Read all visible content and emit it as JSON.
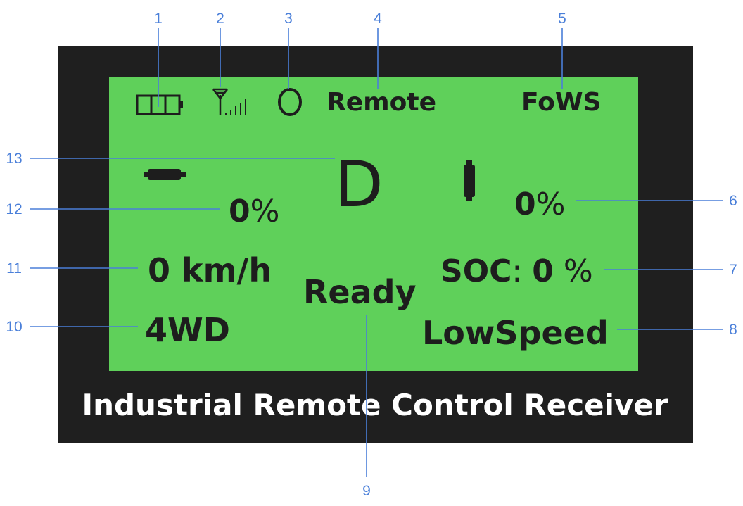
{
  "device": {
    "title": "Industrial Remote Control Receiver"
  },
  "lcd": {
    "status_bar": {
      "battery_icon": "battery-icon",
      "signal_icon": "antenna-signal-icon",
      "mode_indicator_icon": "circle-indicator-icon",
      "control_mode": "Remote",
      "steering_mode": "FoWS"
    },
    "gear": "D",
    "left_value": {
      "number": "0",
      "unit": "%"
    },
    "right_value": {
      "number": "0",
      "unit": "%"
    },
    "speed": "0 km/h",
    "soc": {
      "label": "SOC",
      "separator": ":",
      "number": "0",
      "unit": "%"
    },
    "status": "Ready",
    "drive_mode": "4WD",
    "speed_mode": "LowSpeed"
  },
  "callouts": [
    "1",
    "2",
    "3",
    "4",
    "5",
    "6",
    "7",
    "8",
    "9",
    "10",
    "11",
    "12",
    "13"
  ],
  "colors": {
    "lcd_background": "#5fd05a",
    "frame": "#1f1f1f",
    "callout": "#4a7fd9",
    "lcd_text": "#1d1d1d"
  }
}
